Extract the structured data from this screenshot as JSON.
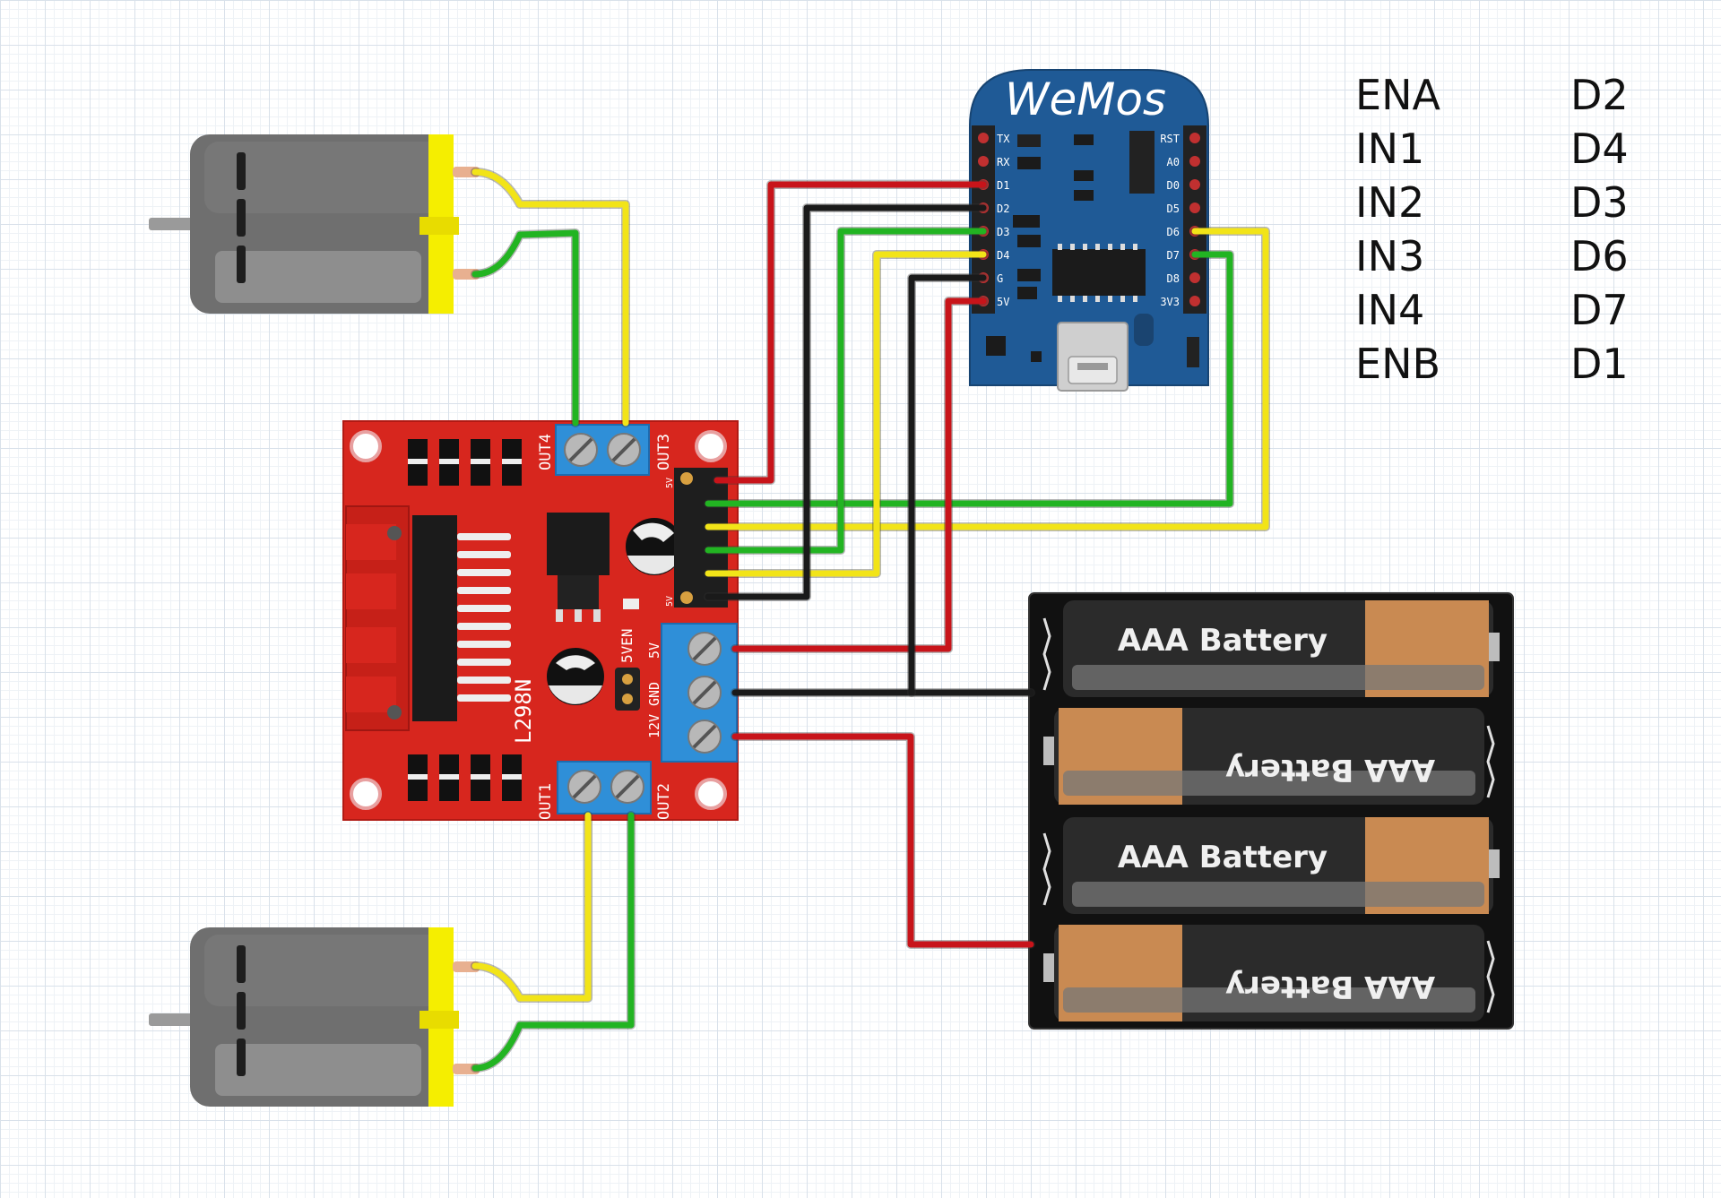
{
  "wemos": {
    "logo": "WeMos",
    "left_pins": [
      "TX",
      "RX",
      "D1",
      "D2",
      "D3",
      "D4",
      "G",
      "5V"
    ],
    "right_pins": [
      "RST",
      "A0",
      "D0",
      "D5",
      "D6",
      "D7",
      "D8",
      "3V3"
    ]
  },
  "driver": {
    "chip": "L298N",
    "out1": "OUT1",
    "out2": "OUT2",
    "out3": "OUT3",
    "out4": "OUT4",
    "pwr_12v": "12V",
    "pwr_gnd": "GND",
    "pwr_5v": "5V",
    "jumper_5ven": "5VEN",
    "pin_5v_top": "5V",
    "pin_5v_bot": "5V"
  },
  "battery": {
    "cells": [
      "AAA Battery",
      "AAA Battery",
      "AAA Battery",
      "AAA Battery"
    ]
  },
  "mapping": [
    {
      "signal": "ENA",
      "pin": "D2"
    },
    {
      "signal": "IN1",
      "pin": "D4"
    },
    {
      "signal": "IN2",
      "pin": "D3"
    },
    {
      "signal": "IN3",
      "pin": "D6"
    },
    {
      "signal": "IN4",
      "pin": "D7"
    },
    {
      "signal": "ENB",
      "pin": "D1"
    }
  ],
  "colors": {
    "red": "#c8141a",
    "black": "#1a1a1a",
    "green": "#22b422",
    "yellow": "#f2e418",
    "board_red": "#d7261e",
    "wemos_blue": "#1f5a96",
    "terminal_blue": "#2f8fd8"
  }
}
